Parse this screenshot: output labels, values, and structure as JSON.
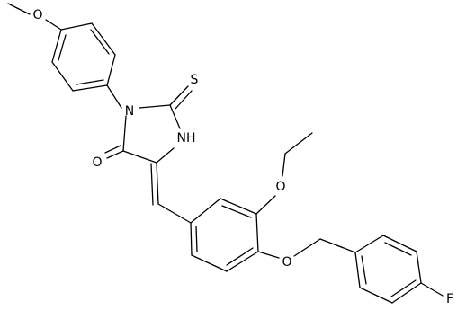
{
  "molecule": {
    "atoms": {
      "o_methoxy": "O",
      "n_ring": "N",
      "s_thione": "S",
      "nh_ring": "NH",
      "o_carbonyl": "O",
      "o_ethoxy": "O",
      "o_benzyloxy": "O",
      "f_fluoro": "F"
    }
  }
}
